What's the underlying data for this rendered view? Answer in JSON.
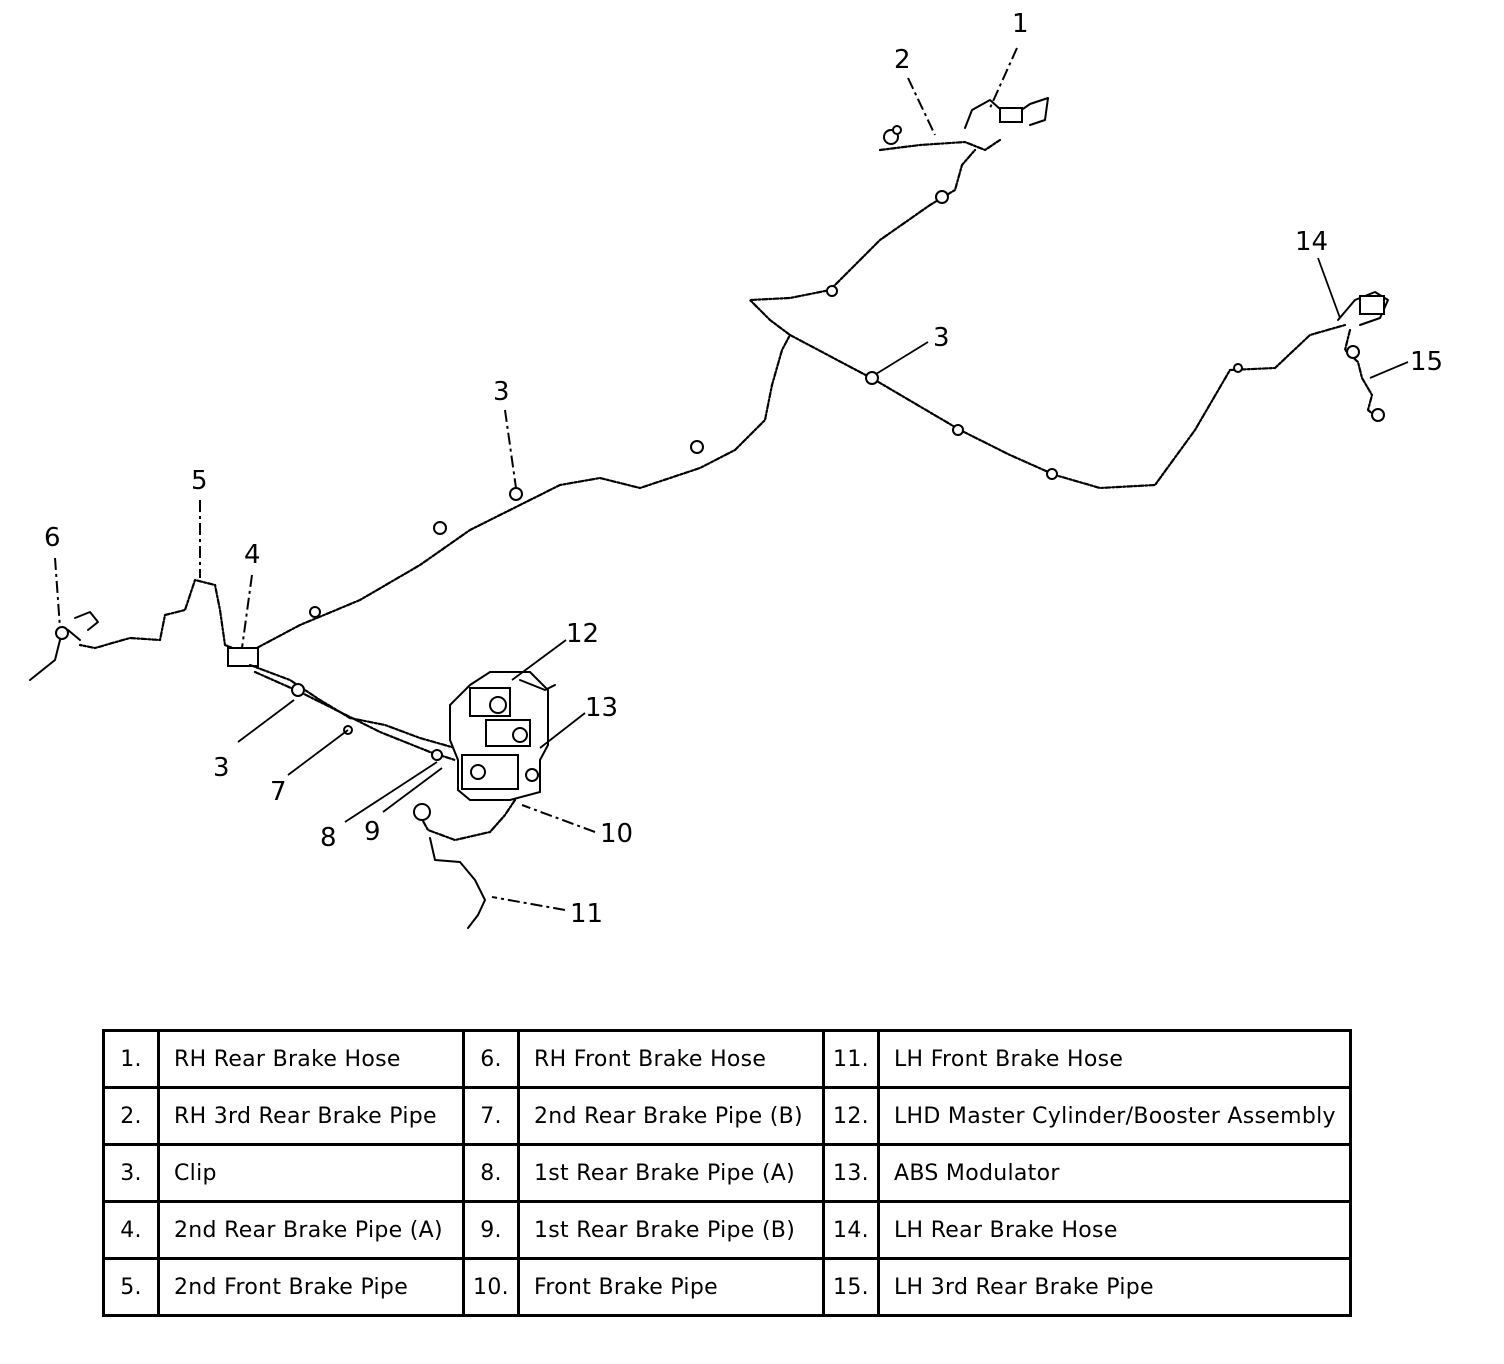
{
  "diagram": {
    "callouts": [
      {
        "id": "c1",
        "text": "1"
      },
      {
        "id": "c2",
        "text": "2"
      },
      {
        "id": "c3a",
        "text": "3"
      },
      {
        "id": "c3b",
        "text": "3"
      },
      {
        "id": "c3c",
        "text": "3"
      },
      {
        "id": "c4",
        "text": "4"
      },
      {
        "id": "c5",
        "text": "5"
      },
      {
        "id": "c6",
        "text": "6"
      },
      {
        "id": "c7",
        "text": "7"
      },
      {
        "id": "c8",
        "text": "8"
      },
      {
        "id": "c9",
        "text": "9"
      },
      {
        "id": "c10",
        "text": "10"
      },
      {
        "id": "c11",
        "text": "11"
      },
      {
        "id": "c12",
        "text": "12"
      },
      {
        "id": "c13",
        "text": "13"
      },
      {
        "id": "c14",
        "text": "14"
      },
      {
        "id": "c15",
        "text": "15"
      }
    ]
  },
  "legend": {
    "rows": [
      [
        {
          "num": "1.",
          "label": "RH Rear Brake Hose"
        },
        {
          "num": "6.",
          "label": "RH Front Brake Hose"
        },
        {
          "num": "11.",
          "label": "LH Front Brake Hose"
        }
      ],
      [
        {
          "num": "2.",
          "label": "RH 3rd Rear Brake Pipe"
        },
        {
          "num": "7.",
          "label": "2nd Rear Brake Pipe (B)"
        },
        {
          "num": "12.",
          "label": "LHD Master Cylinder/Booster Assembly"
        }
      ],
      [
        {
          "num": "3.",
          "label": "Clip"
        },
        {
          "num": "8.",
          "label": "1st Rear Brake Pipe (A)"
        },
        {
          "num": "13.",
          "label": "ABS Modulator"
        }
      ],
      [
        {
          "num": "4.",
          "label": "2nd Rear Brake Pipe (A)"
        },
        {
          "num": "9.",
          "label": "1st Rear Brake Pipe (B)"
        },
        {
          "num": "14.",
          "label": "LH Rear Brake Hose"
        }
      ],
      [
        {
          "num": "5.",
          "label": "2nd Front Brake Pipe"
        },
        {
          "num": "10.",
          "label": "Front Brake Pipe"
        },
        {
          "num": "15.",
          "label": "LH 3rd Rear Brake Pipe"
        }
      ]
    ]
  }
}
